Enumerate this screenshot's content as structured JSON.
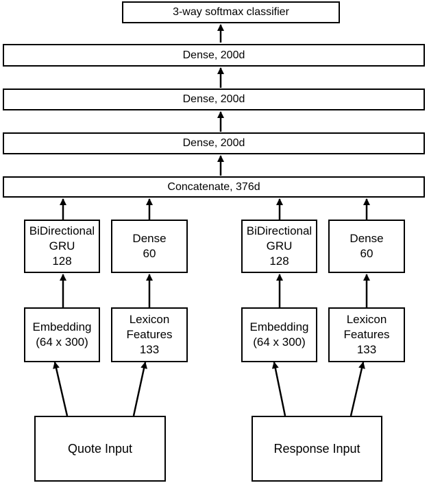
{
  "stack": {
    "softmax": "3-way softmax classifier",
    "dense_top": "Dense, 200d",
    "dense_mid": "Dense, 200d",
    "dense_low": "Dense, 200d",
    "concat": "Concatenate, 376d"
  },
  "quote_branch": {
    "gru": [
      "BiDirectional",
      "GRU",
      "128"
    ],
    "dense": [
      "Dense",
      "60"
    ],
    "embedding": [
      "Embedding",
      "(64 x 300)"
    ],
    "lexicon": [
      "Lexicon",
      "Features",
      "133"
    ],
    "input": "Quote Input"
  },
  "response_branch": {
    "gru": [
      "BiDirectional",
      "GRU",
      "128"
    ],
    "dense": [
      "Dense",
      "60"
    ],
    "embedding": [
      "Embedding",
      "(64 x 300)"
    ],
    "lexicon": [
      "Lexicon",
      "Features",
      "133"
    ],
    "input": "Response Input"
  }
}
